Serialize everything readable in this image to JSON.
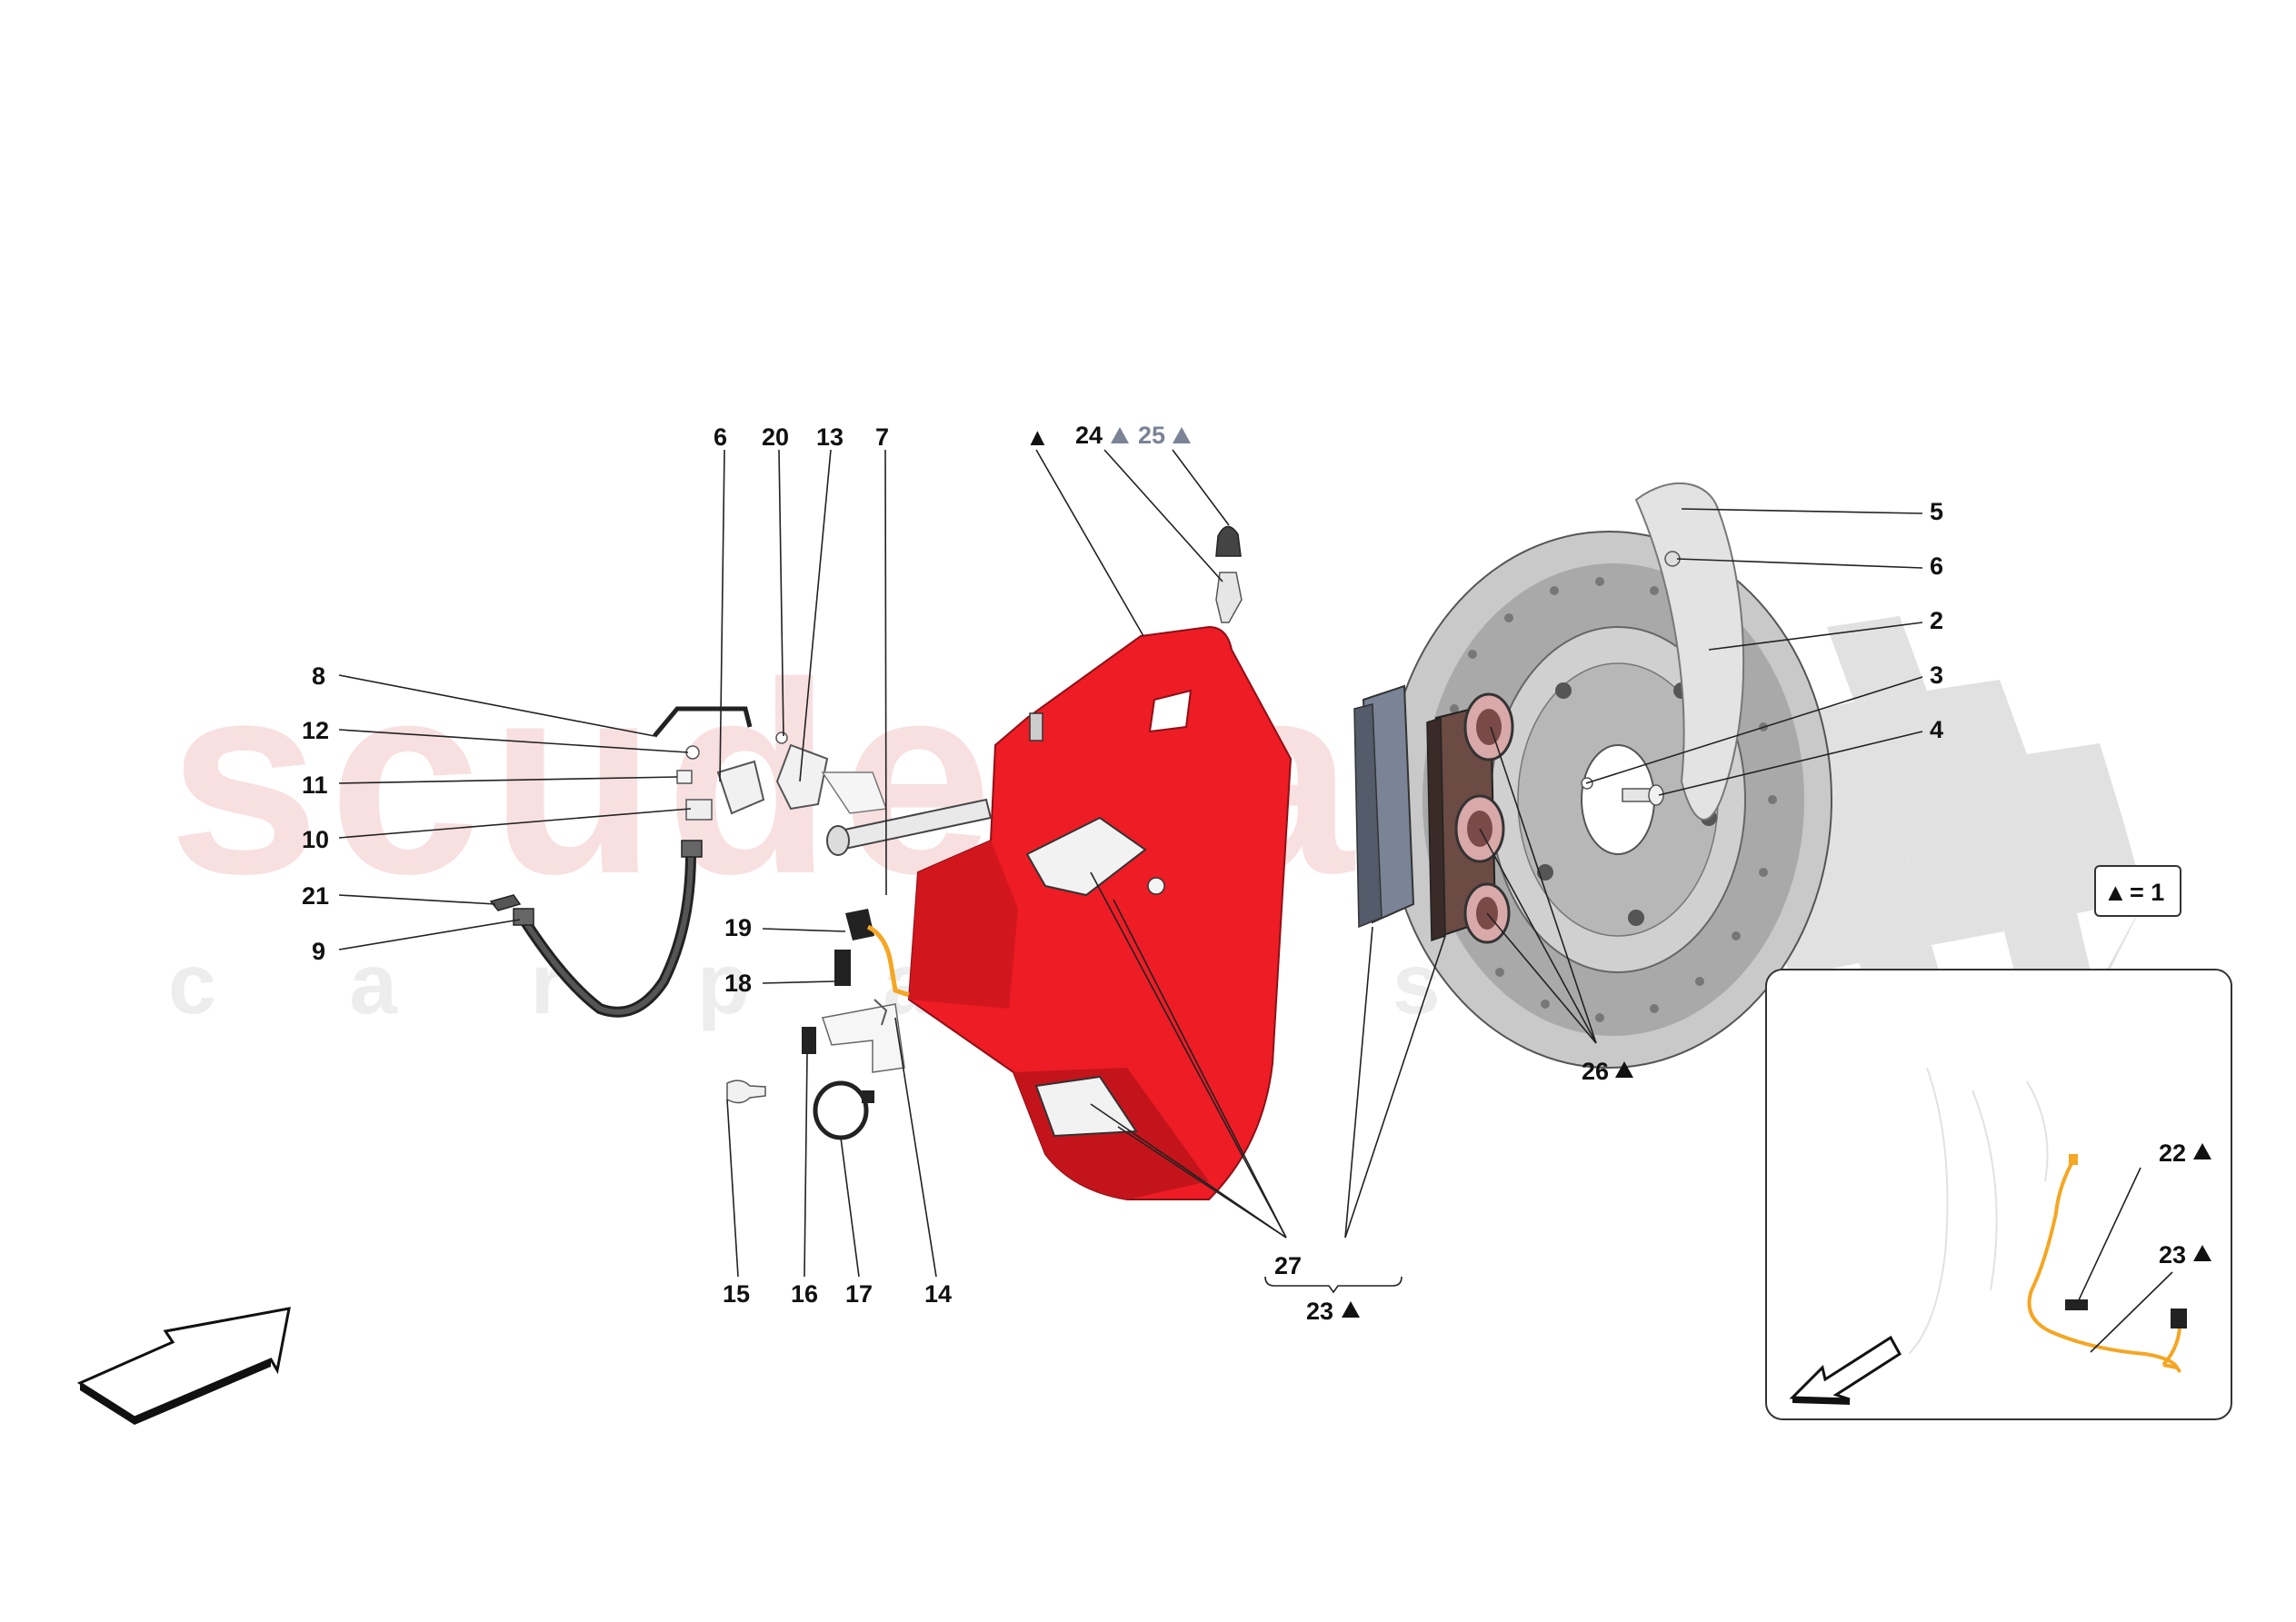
{
  "watermark": {
    "primary": "scuderia",
    "secondary": "c a r p a r t s"
  },
  "colors": {
    "caliper_red": "#ee1c25",
    "caliper_dark": "#b8141a",
    "hose_orange": "#f5a623",
    "rotor_grey": "#bdbdbd",
    "pad_blue_grey": "#7a8496",
    "pad_brown": "#6b4b43",
    "checker_grey": "#d2d2d2"
  },
  "icons": {
    "triangle": "filled-triangle-symbol",
    "direction_arrow": "hollow-arrow-symbol"
  },
  "labels": {
    "top_6": "6",
    "top_20": "20",
    "top_13": "13",
    "top_7": "7",
    "left_8": "8",
    "left_12": "12",
    "left_11": "11",
    "left_10": "10",
    "left_21": "21",
    "left_9": "9",
    "mid_19": "19",
    "mid_18": "18",
    "bottom_15": "15",
    "bottom_16": "16",
    "bottom_17": "17",
    "bottom_14": "14",
    "top_triangle": "▲",
    "top_24": "24",
    "top_25": "25",
    "right_5": "5",
    "right_6": "6",
    "right_2": "2",
    "right_3": "3",
    "right_4": "4",
    "label_26": "26",
    "label_27": "27",
    "label_23_bottom": "23",
    "inset_22": "22",
    "inset_23": "23"
  },
  "legend": {
    "symbol": "▲",
    "text": "= 1"
  }
}
